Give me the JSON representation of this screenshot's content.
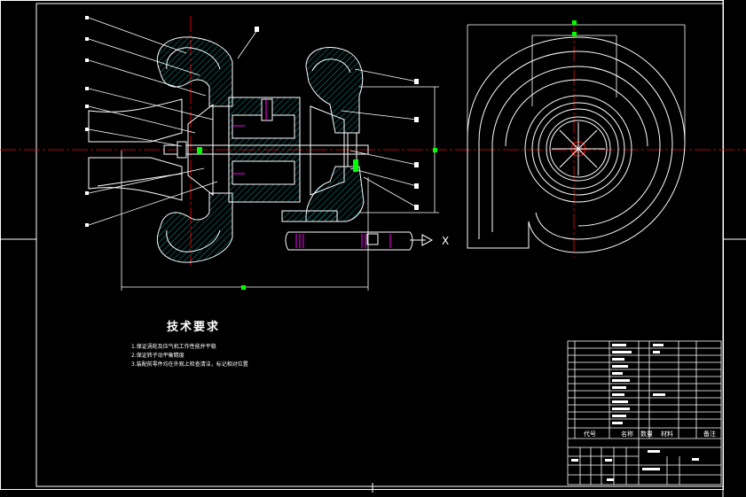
{
  "tech_requirements": {
    "title": "技术要求",
    "items": [
      "1.保证涡轮及压气机工作性能并平稳",
      "2.保证转子动平衡精度",
      "3.装配前零件均在外观上检查清洁，标记相对位置"
    ]
  },
  "view_marker": "X",
  "title_block": {
    "col_code": "代号",
    "col_name": "名称",
    "col_qty": "数量",
    "col_material": "材料",
    "col_remark": "备注"
  },
  "colors": {
    "outline": "#ffffff",
    "hatch": "#00c0c0",
    "center": "#ff0000",
    "dimension": "#00ff00",
    "leader": "#ffffff",
    "accent": "#ff00ff"
  }
}
